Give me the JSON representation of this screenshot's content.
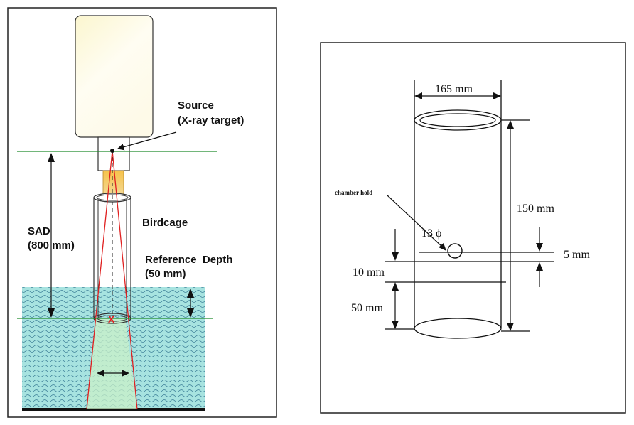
{
  "left_panel": {
    "source_label": "Source",
    "source_sublabel": "(X-ray target)",
    "sad_label": "SAD",
    "sad_value": "(800 mm)",
    "birdcage_label": "Birdcage",
    "ref_depth_label": "Reference  Depth",
    "ref_depth_value": "(50 mm)",
    "target_mark": "X"
  },
  "right_panel": {
    "diameter_label": "165 mm",
    "height_label": "150 mm",
    "chamber_hole_label": "chamber hold",
    "hole_diameter_label": "13 ϕ",
    "offset_label": "5 mm",
    "depth10_label": "10 mm",
    "depth50_label": "50 mm"
  },
  "colors": {
    "water": "#a7e3e0",
    "wave": "#3b7d96",
    "beam": "#e02020",
    "level_line": "#1f8a2a",
    "collimator": "#f0b540"
  }
}
